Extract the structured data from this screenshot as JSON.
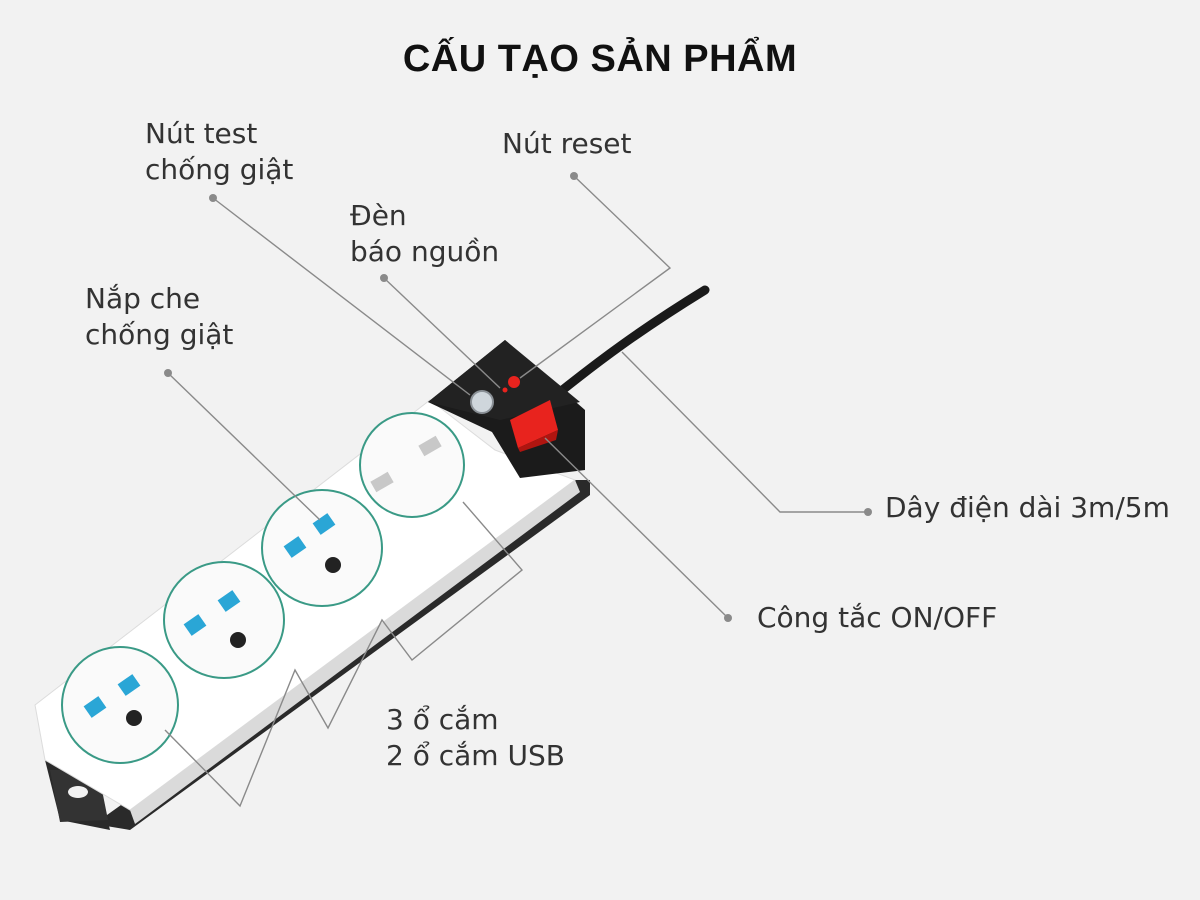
{
  "title": "CẤU TẠO SẢN PHẨM",
  "callouts": {
    "test_button": {
      "line1": "Nút test",
      "line2": "chống giật"
    },
    "reset_button": {
      "line1": "Nút reset"
    },
    "power_light": {
      "line1": "Đèn",
      "line2": "báo nguồn"
    },
    "safety_cover": {
      "line1": "Nắp che",
      "line2": "chống giật"
    },
    "cable": {
      "line1": "Dây điện dài 3m/5m"
    },
    "switch": {
      "line1": "Công tắc ON/OFF"
    },
    "outlets": {
      "line1": "3 ổ cắm",
      "line2": "2 ổ cắm USB"
    }
  },
  "colors": {
    "background": "#f2f2f2",
    "body_white": "#ffffff",
    "body_dark": "#2a2a2a",
    "socket_blue": "#2aa6d6",
    "switch_red": "#e8231e",
    "ring_teal": "#3a9a86",
    "leader_gray": "#8a8a8a"
  }
}
